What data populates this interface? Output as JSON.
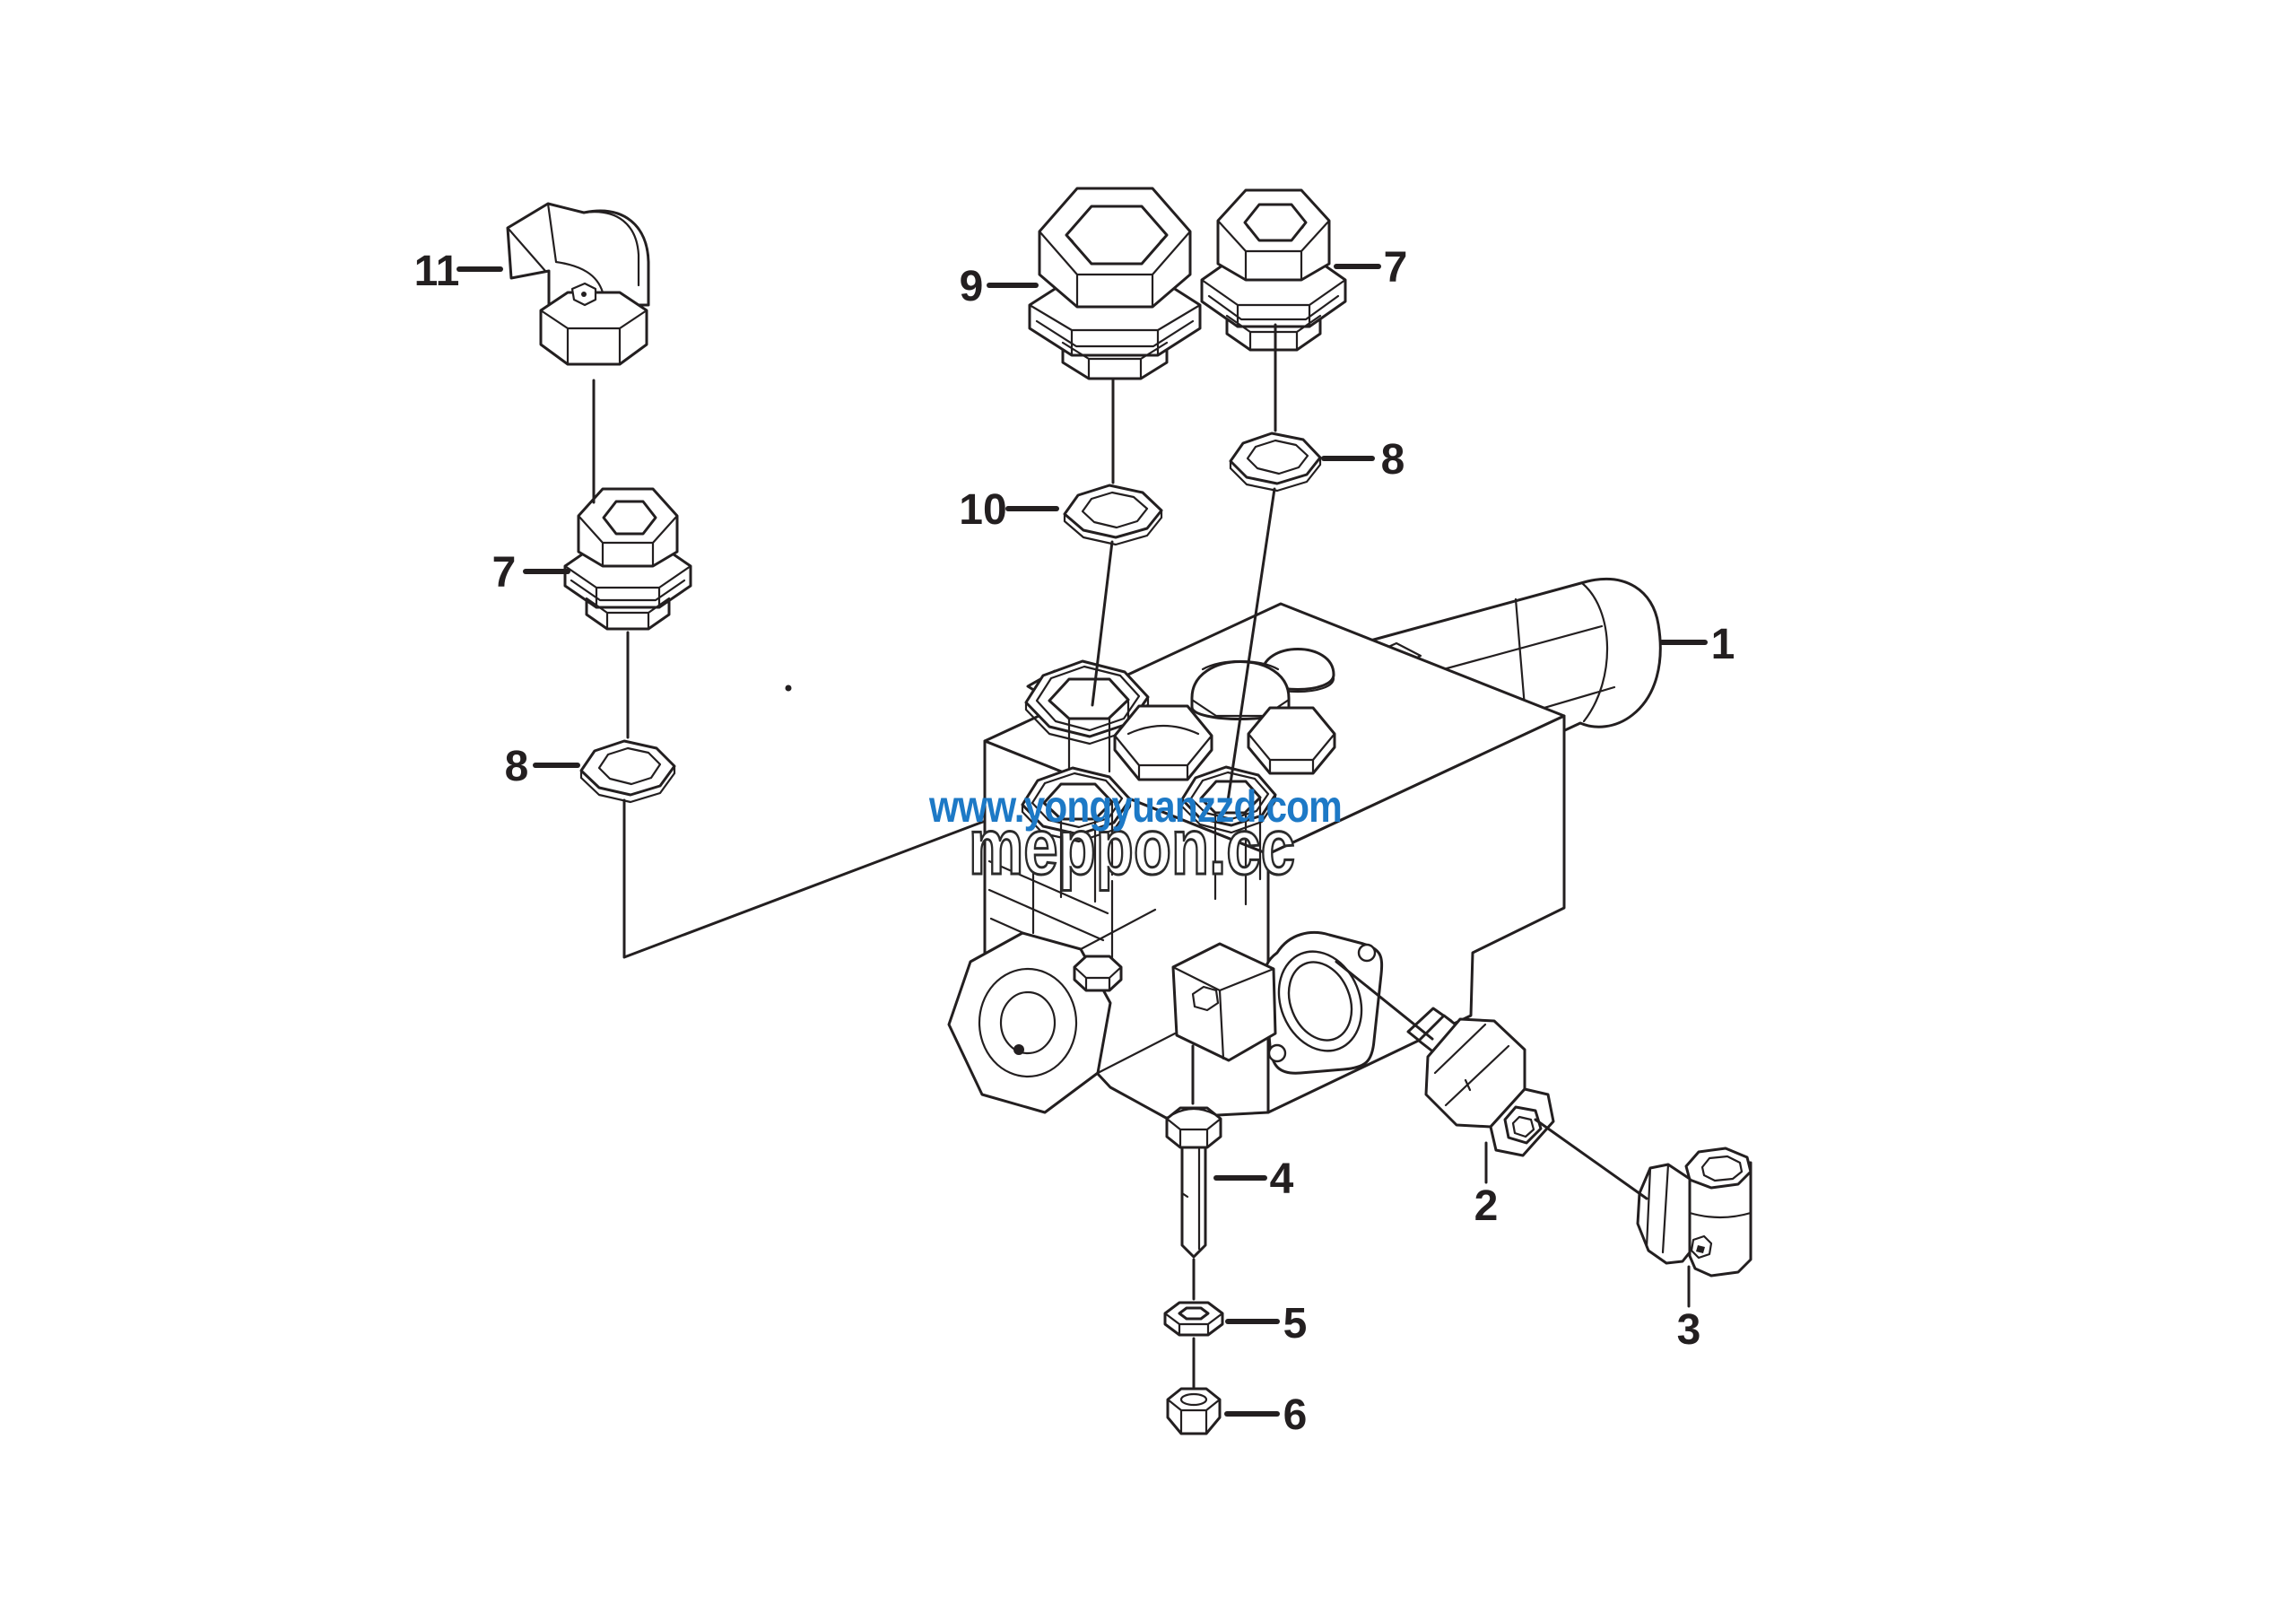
{
  "diagram": {
    "type": "exploded-parts-diagram",
    "subject": "hydraulic-control-valve-assembly",
    "colors": {
      "background": "#ffffff",
      "line": "#231f20",
      "watermark_blue": "#1d79c6",
      "watermark_outline_fill": "#ffffff"
    },
    "callouts": [
      "11",
      "7",
      "8",
      "9",
      "10",
      "7",
      "8",
      "1",
      "2",
      "3",
      "4",
      "5",
      "6"
    ],
    "watermarks": {
      "outline_text": "meppon.cc",
      "blue_text": "www.yongyuanzzd.com",
      "blue_color": "#1d79c6"
    }
  }
}
